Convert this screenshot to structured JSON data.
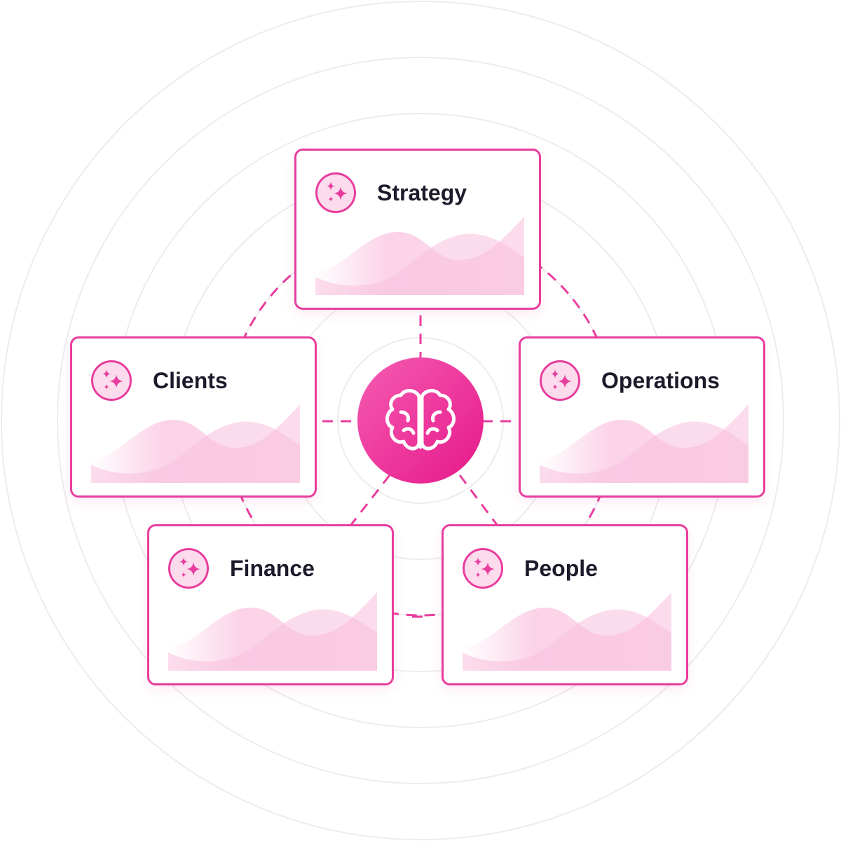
{
  "diagram": {
    "hub": {
      "icon": "brain-icon"
    },
    "nodes": [
      {
        "id": "strategy",
        "label": "Strategy",
        "icon": "sparkles-icon"
      },
      {
        "id": "clients",
        "label": "Clients",
        "icon": "sparkles-icon"
      },
      {
        "id": "operations",
        "label": "Operations",
        "icon": "sparkles-icon"
      },
      {
        "id": "finance",
        "label": "Finance",
        "icon": "sparkles-icon"
      },
      {
        "id": "people",
        "label": "People",
        "icon": "sparkles-icon"
      }
    ],
    "colors": {
      "accent": "#e83d9e",
      "accent_light": "#fcdcec",
      "text": "#1b1b2b",
      "rings": "#ececee"
    }
  }
}
